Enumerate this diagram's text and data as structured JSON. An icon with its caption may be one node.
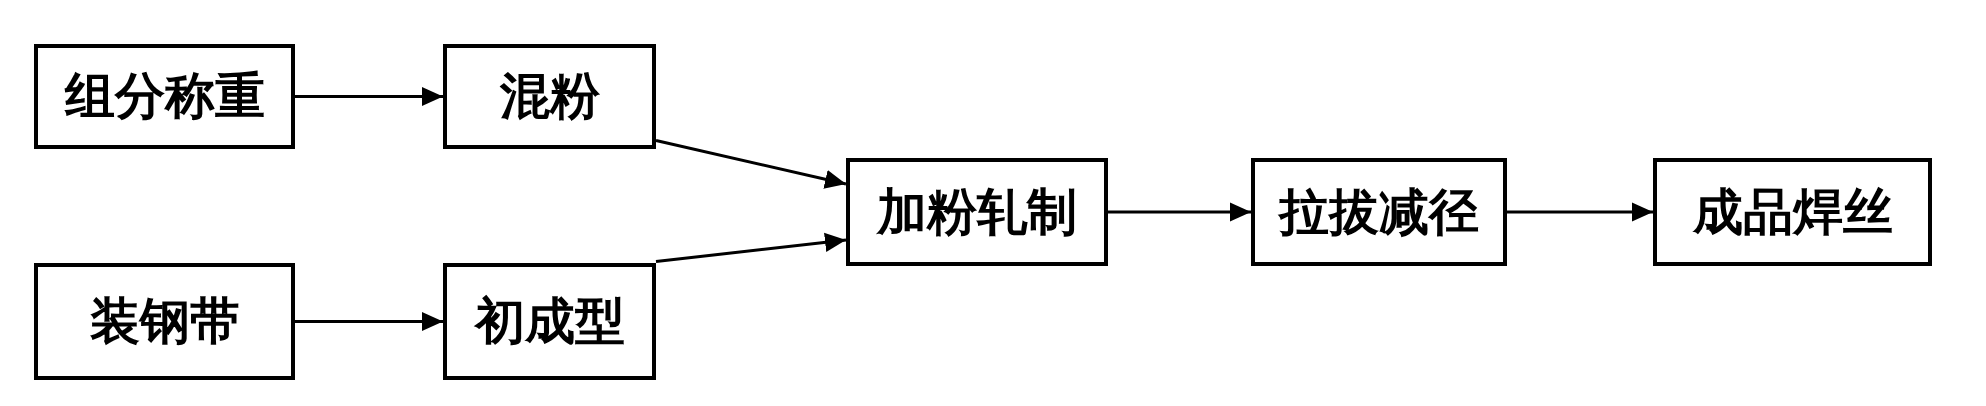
{
  "diagram": {
    "nodes": [
      {
        "text": [
          "组分称重"
        ]
      },
      {
        "text": [
          "混粉"
        ]
      },
      {
        "text": [
          "装钢带"
        ]
      },
      {
        "text": [
          "初成型"
        ]
      },
      {
        "text": [
          "加粉轧制"
        ]
      },
      {
        "text": [
          "拉拔减径"
        ]
      },
      {
        "text": [
          "成品焊丝"
        ]
      }
    ],
    "edges": [
      {
        "from": 0,
        "to": 1,
        "arrow": "to"
      },
      {
        "from": 2,
        "to": 3,
        "arrow": "to"
      },
      {
        "from": 1,
        "to": 4,
        "arrow": "to"
      },
      {
        "from": 3,
        "to": 4,
        "arrow": "to"
      },
      {
        "from": 4,
        "to": 5,
        "arrow": "to"
      },
      {
        "from": 5,
        "to": 6,
        "arrow": "to"
      }
    ]
  }
}
